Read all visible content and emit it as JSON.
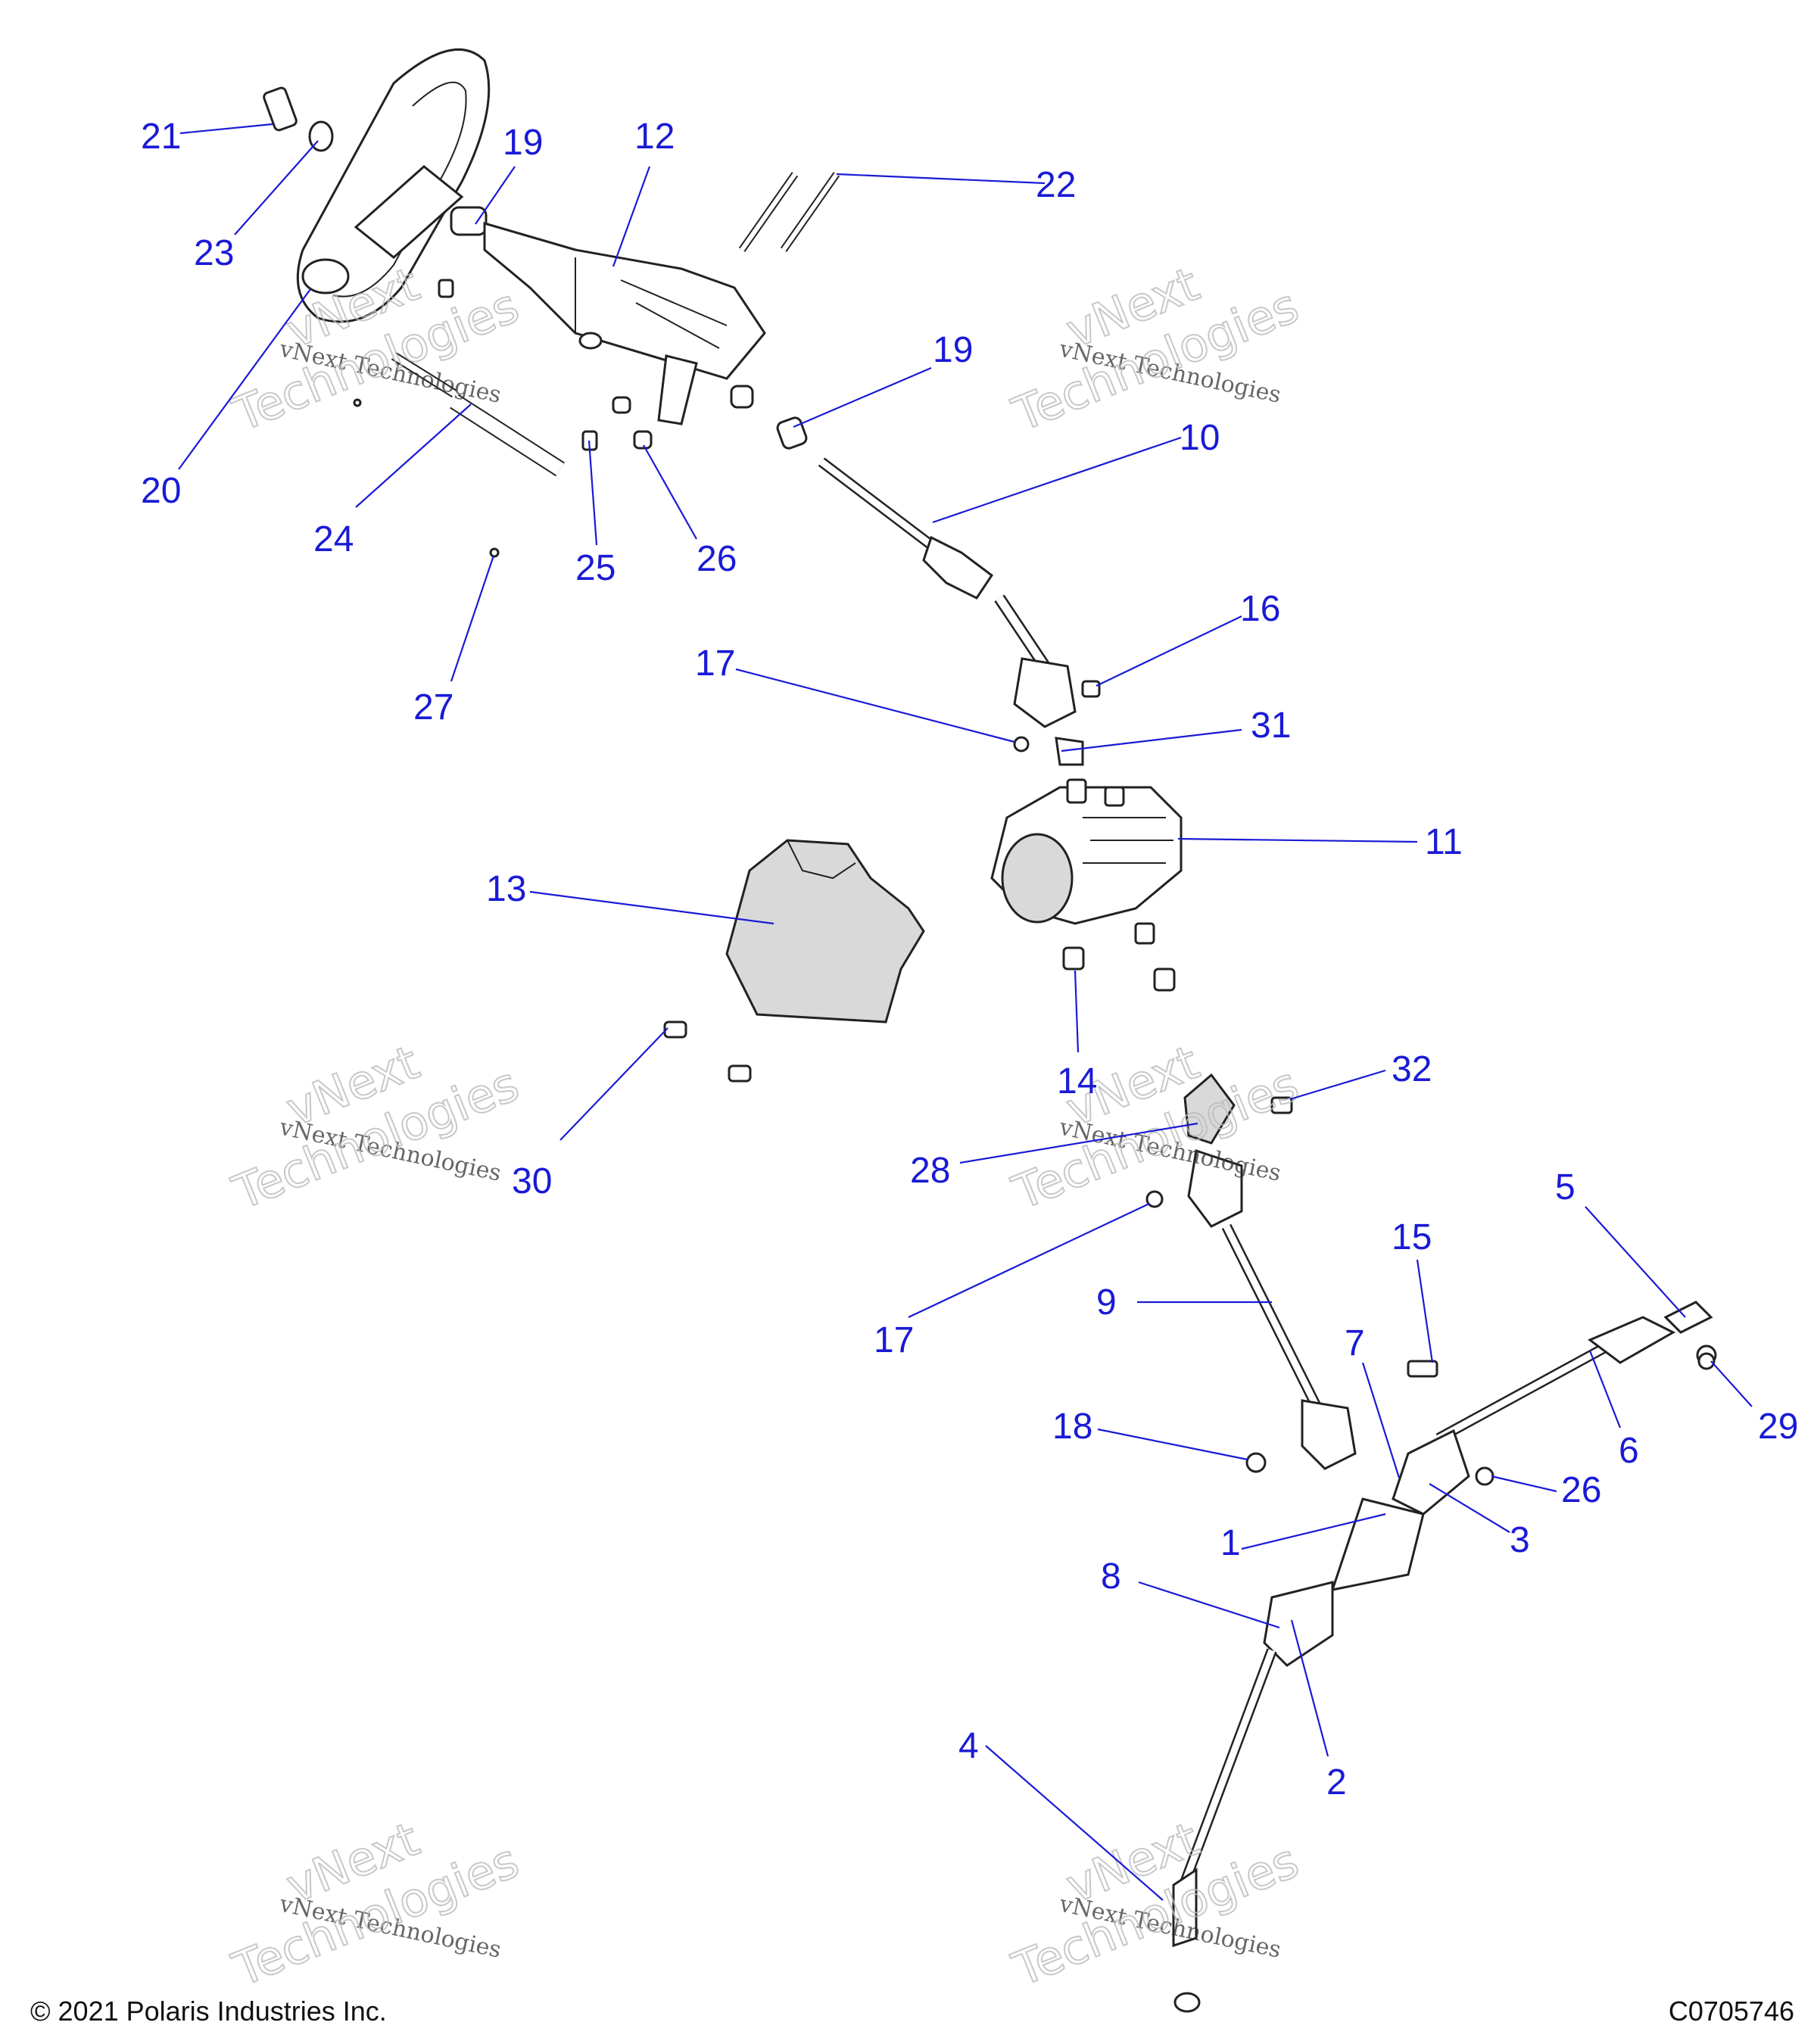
{
  "footer": {
    "copyright": "© 2021 Polaris Industries Inc.",
    "figure_code": "C0705746"
  },
  "watermark": {
    "line1": "vNext Technologies",
    "line2": "vNext",
    "line3": "Technologies"
  },
  "colors": {
    "callout": "#1a1ad6",
    "line_art": "#222222"
  },
  "callouts": [
    "21",
    "19",
    "12",
    "22",
    "23",
    "20",
    "24",
    "25",
    "26",
    "27",
    "19",
    "10",
    "16",
    "17",
    "31",
    "11",
    "13",
    "14",
    "30",
    "32",
    "28",
    "17",
    "5",
    "15",
    "9",
    "7",
    "29",
    "18",
    "6",
    "26",
    "1",
    "3",
    "8",
    "2",
    "4"
  ]
}
